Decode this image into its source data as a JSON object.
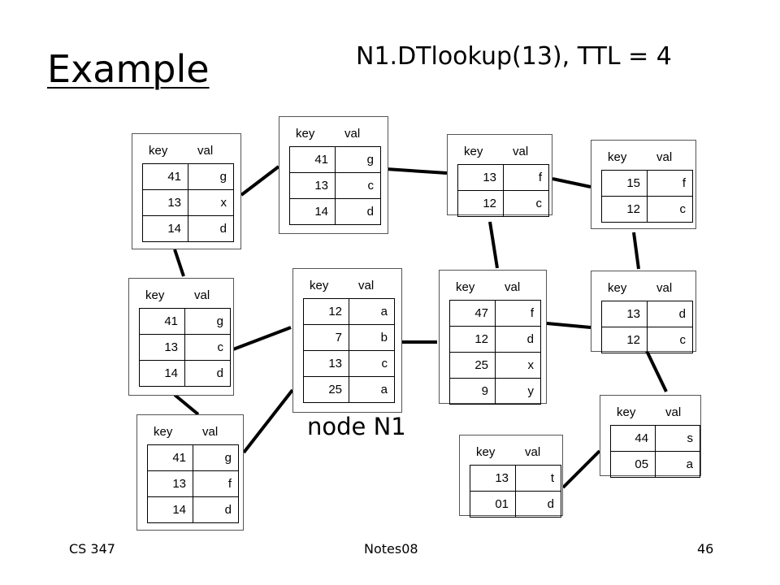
{
  "slide": {
    "title": "Example",
    "subtitle": "N1.DTlookup(13), TTL = 4",
    "node_label": "node N1",
    "footer_left": "CS 347",
    "footer_center": "Notes08",
    "footer_right": "46"
  },
  "nodes": [
    {
      "id": "A",
      "header_key": "key",
      "header_val": "val",
      "rows": [
        {
          "key": "41",
          "val": "g"
        },
        {
          "key": "13",
          "val": "x"
        },
        {
          "key": "14",
          "val": "d"
        }
      ]
    },
    {
      "id": "B",
      "header_key": "key",
      "header_val": "val",
      "rows": [
        {
          "key": "41",
          "val": "g"
        },
        {
          "key": "13",
          "val": "c"
        },
        {
          "key": "14",
          "val": "d"
        }
      ]
    },
    {
      "id": "C",
      "header_key": "key",
      "header_val": "val",
      "rows": [
        {
          "key": "13",
          "val": "f"
        },
        {
          "key": "12",
          "val": "c"
        }
      ]
    },
    {
      "id": "D",
      "header_key": "key",
      "header_val": "val",
      "rows": [
        {
          "key": "15",
          "val": "f"
        },
        {
          "key": "12",
          "val": "c"
        }
      ]
    },
    {
      "id": "E",
      "header_key": "key",
      "header_val": "val",
      "rows": [
        {
          "key": "41",
          "val": "g"
        },
        {
          "key": "13",
          "val": "c"
        },
        {
          "key": "14",
          "val": "d"
        }
      ]
    },
    {
      "id": "N1",
      "header_key": "key",
      "header_val": "val",
      "rows": [
        {
          "key": "12",
          "val": "a"
        },
        {
          "key": "7",
          "val": "b"
        },
        {
          "key": "13",
          "val": "c"
        },
        {
          "key": "25",
          "val": "a"
        }
      ]
    },
    {
      "id": "F",
      "header_key": "key",
      "header_val": "val",
      "rows": [
        {
          "key": "47",
          "val": "f"
        },
        {
          "key": "12",
          "val": "d"
        },
        {
          "key": "25",
          "val": "x"
        },
        {
          "key": "9",
          "val": "y"
        }
      ]
    },
    {
      "id": "G",
      "header_key": "key",
      "header_val": "val",
      "rows": [
        {
          "key": "13",
          "val": "d"
        },
        {
          "key": "12",
          "val": "c"
        }
      ]
    },
    {
      "id": "H",
      "header_key": "key",
      "header_val": "val",
      "rows": [
        {
          "key": "44",
          "val": "s"
        },
        {
          "key": "05",
          "val": "a"
        }
      ]
    },
    {
      "id": "I",
      "header_key": "key",
      "header_val": "val",
      "rows": [
        {
          "key": "41",
          "val": "g"
        },
        {
          "key": "13",
          "val": "f"
        },
        {
          "key": "14",
          "val": "d"
        }
      ]
    },
    {
      "id": "J",
      "header_key": "key",
      "header_val": "val",
      "rows": [
        {
          "key": "13",
          "val": "t"
        },
        {
          "key": "01",
          "val": "d"
        }
      ]
    }
  ]
}
